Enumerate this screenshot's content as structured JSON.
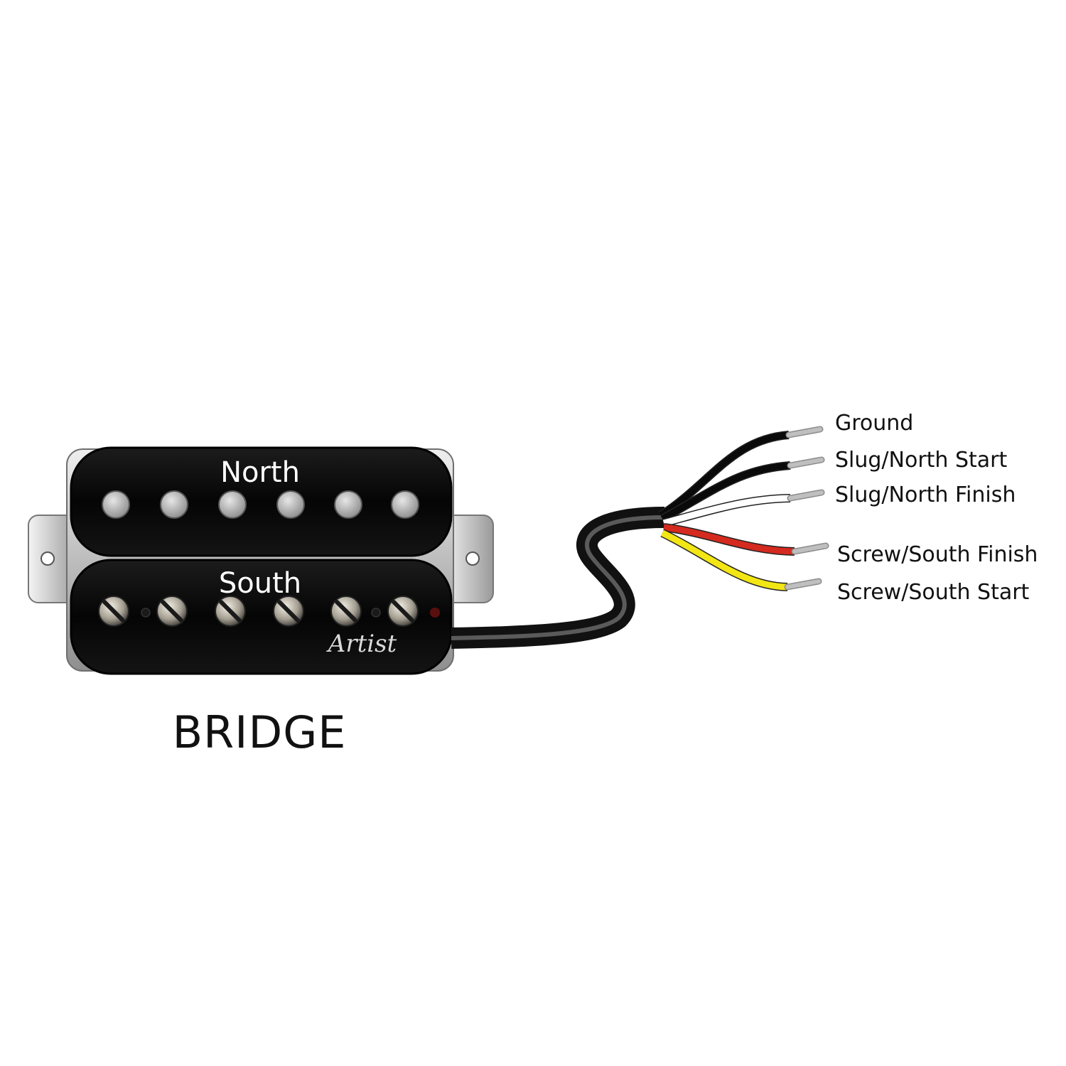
{
  "pickup": {
    "north_label": "North",
    "south_label": "South",
    "brand": "Artist",
    "position_label": "BRIDGE"
  },
  "wires": [
    {
      "label": "Ground",
      "color": "#0a0a0a"
    },
    {
      "label": "Slug/North Start",
      "color": "#0a0a0a"
    },
    {
      "label": "Slug/North Finish",
      "color": "#ffffff"
    },
    {
      "label": "Screw/South Finish",
      "color": "#d42a1f"
    },
    {
      "label": "Screw/South Start",
      "color": "#f3e615"
    }
  ],
  "colors": {
    "bobbin": "#0b0b0b",
    "baseplate": "#c8c8c8",
    "slug": "#b8b8b8",
    "screw": "#2c2c2c",
    "cable_outer": "#111111",
    "cable_highlight": "#555555",
    "strand": "#bfbfbf"
  }
}
